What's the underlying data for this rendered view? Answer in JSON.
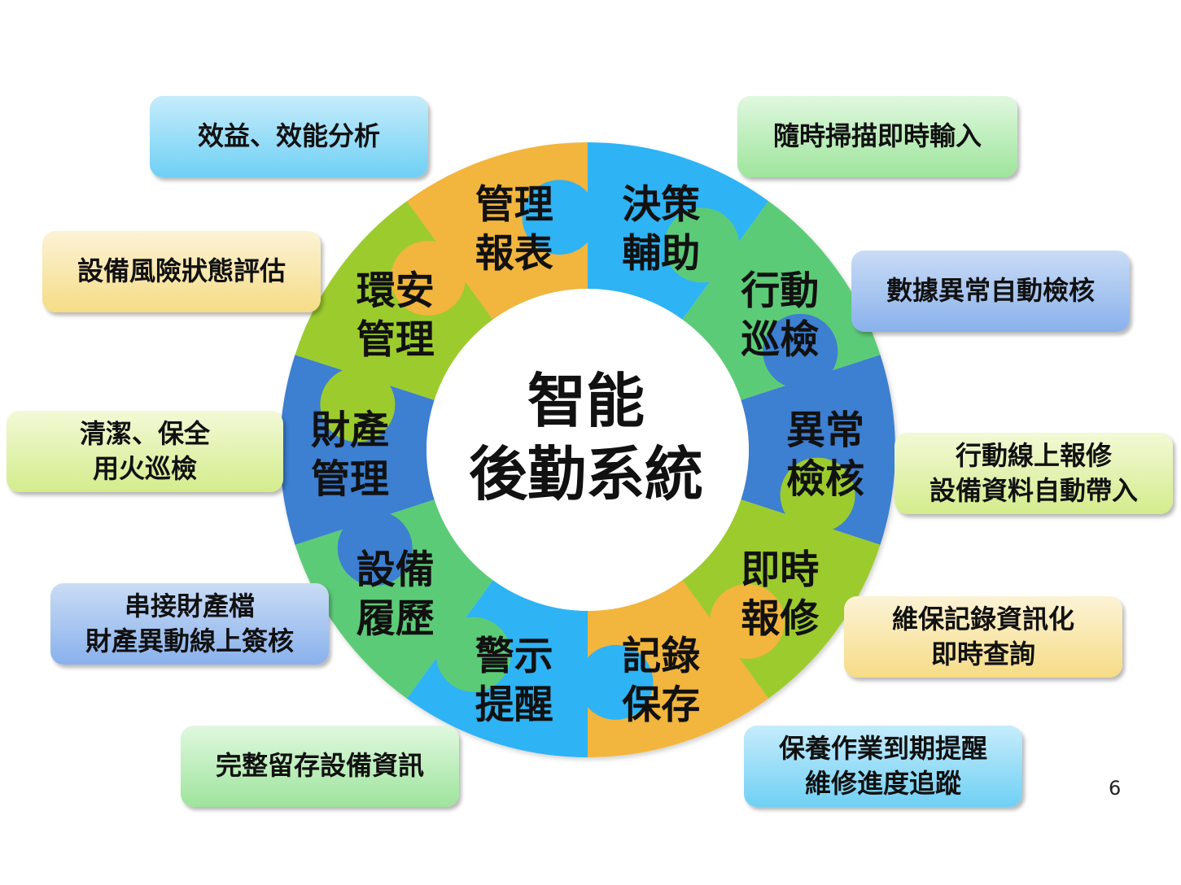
{
  "center": {
    "line1": "智能",
    "line2": "後勤系統"
  },
  "segments": [
    {
      "id": "decision",
      "line1": "決策",
      "line2": "輔助",
      "color": "#2fb3f5"
    },
    {
      "id": "mobile-patrol",
      "line1": "行動",
      "line2": "巡檢",
      "color": "#5ccb78"
    },
    {
      "id": "anomaly-check",
      "line1": "異常",
      "line2": "檢核",
      "color": "#3c7fd0"
    },
    {
      "id": "instant-repair",
      "line1": "即時",
      "line2": "報修",
      "color": "#9ccb2e"
    },
    {
      "id": "record-keeping",
      "line1": "記錄",
      "line2": "保存",
      "color": "#f2b53c"
    },
    {
      "id": "alert-reminder",
      "line1": "警示",
      "line2": "提醒",
      "color": "#2fb3f5"
    },
    {
      "id": "equipment-history",
      "line1": "設備",
      "line2": "履歷",
      "color": "#5ccb78"
    },
    {
      "id": "asset-management",
      "line1": "財產",
      "line2": "管理",
      "color": "#3c7fd0"
    },
    {
      "id": "env-safety",
      "line1": "環安",
      "line2": "管理",
      "color": "#9ccb2e"
    },
    {
      "id": "management-report",
      "line1": "管理",
      "line2": "報表",
      "color": "#f2b53c"
    }
  ],
  "callouts": {
    "benefit": [
      "效益、效能分析"
    ],
    "scan": [
      "隨時掃描即時輸入"
    ],
    "risk": [
      "設備風險狀態評估"
    ],
    "data_check": [
      "數據異常自動檢核"
    ],
    "cleaning": [
      "清潔、保全",
      "用火巡檢"
    ],
    "mobile_repair": [
      "行動線上報修",
      "設備資料自動帶入"
    ],
    "asset": [
      "串接財產檔",
      "財產異動線上簽核"
    ],
    "maintenance": [
      "維保記錄資訊化",
      "即時查詢"
    ],
    "history": [
      "完整留存設備資訊"
    ],
    "reminder": [
      "保養作業到期提醒",
      "維修進度追蹤"
    ]
  },
  "page_number": "6"
}
